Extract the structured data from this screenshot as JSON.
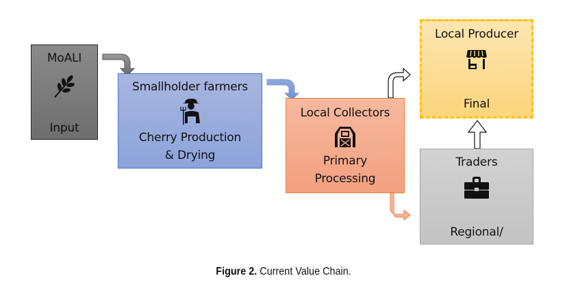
{
  "nodes": {
    "moali": {
      "title": "MoALI",
      "subtitle": "Input",
      "icon": "wheat-icon",
      "color": "#7f7f7f"
    },
    "smallholder": {
      "title": "Smallholder farmers",
      "subtitle_line1": "Cherry Production",
      "subtitle_line2": "& Drying",
      "icon": "farmer-icon",
      "color": "#8faadc"
    },
    "collectors": {
      "title": "Local Collectors",
      "subtitle_line1": "Primary",
      "subtitle_line2": "Processing",
      "icon": "barn-icon",
      "color": "#f4b183"
    },
    "producer": {
      "title": "Local Producer",
      "subtitle": "Final",
      "icon": "storefront-icon",
      "color": "#ffd966",
      "border_color": "#ffc000"
    },
    "traders": {
      "title": "Traders",
      "subtitle": "Regional/",
      "icon": "briefcase-icon",
      "color": "#c9c9c9"
    }
  },
  "edges": [
    {
      "from": "moali",
      "to": "smallholder",
      "style": "gray"
    },
    {
      "from": "smallholder",
      "to": "collectors",
      "style": "blue"
    },
    {
      "from": "collectors",
      "to": "producer",
      "style": "white-outline"
    },
    {
      "from": "collectors",
      "to": "traders",
      "style": "orange"
    },
    {
      "from": "traders",
      "to": "producer",
      "style": "white-outline"
    }
  ],
  "caption": {
    "label": "Figure 2.",
    "text": " Current Value Chain."
  }
}
